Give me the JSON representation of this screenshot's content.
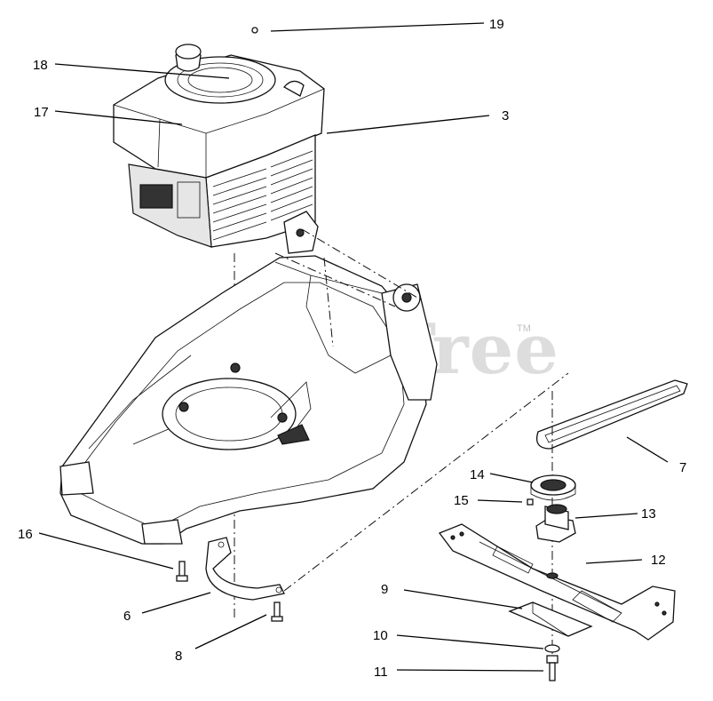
{
  "watermark": {
    "text": "PartsTree",
    "trademark": "TM"
  },
  "callouts": {
    "c3": "3",
    "c6": "6",
    "c7": "7",
    "c8": "8",
    "c9": "9",
    "c10": "10",
    "c11": "11",
    "c12": "12",
    "c13": "13",
    "c14": "14",
    "c15": "15",
    "c16": "16",
    "c17": "17",
    "c18": "18",
    "c19": "19"
  }
}
